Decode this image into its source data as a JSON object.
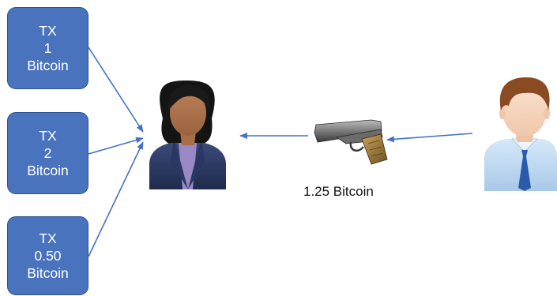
{
  "transactions": [
    {
      "line1": "TX",
      "line2": "1",
      "line3": "Bitcoin"
    },
    {
      "line1": "TX",
      "line2": "2",
      "line3": "Bitcoin"
    },
    {
      "line1": "TX",
      "line2": "0.50",
      "line3": "Bitcoin"
    }
  ],
  "transfer_amount": "1.25 Bitcoin",
  "icons": {
    "recipient": "businesswoman-icon",
    "weapon": "handgun-icon",
    "sender": "businessman-icon"
  },
  "colors": {
    "box_fill": "#4a73be",
    "arrow": "#4472c4"
  }
}
